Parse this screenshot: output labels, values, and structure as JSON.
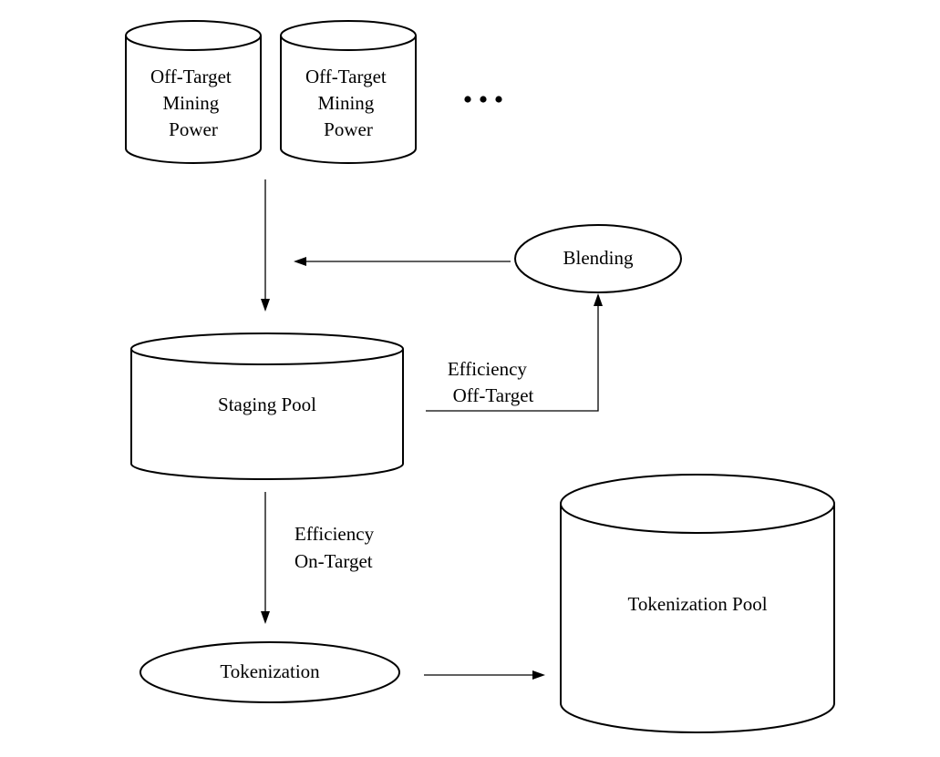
{
  "diagram": {
    "nodes": {
      "source_1": {
        "lines": [
          "Off-Target",
          "Mining",
          "Power"
        ]
      },
      "source_2": {
        "lines": [
          "Off-Target",
          "Mining",
          "Power"
        ]
      },
      "ellipsis": "...",
      "blending": "Blending",
      "staging_pool": "Staging Pool",
      "tokenization": "Tokenization",
      "tokenization_pool": "Tokenization Pool"
    },
    "edges": {
      "off_target": {
        "lines": [
          "Efficiency",
          "Off-Target"
        ]
      },
      "on_target": {
        "lines": [
          "Efficiency",
          "On-Target"
        ]
      }
    }
  }
}
